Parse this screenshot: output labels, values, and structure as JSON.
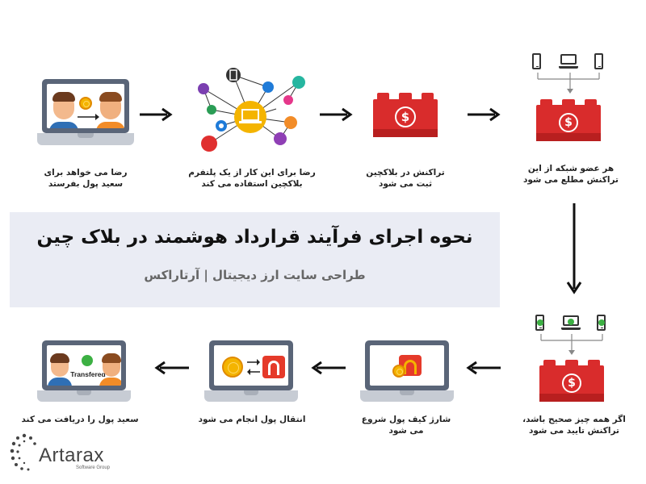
{
  "banner": {
    "title": "نحوه اجرای فرآیند قرارداد هوشمند در بلاک چین",
    "subtitle": "طراحی سایت ارز دیجیتال | آرتاراکس"
  },
  "steps": [
    {
      "line1": "رضا می خواهد برای",
      "line2": "سعید پول بفرستد"
    },
    {
      "line1": "رضا برای این کار از یک پلتفرم",
      "line2": "بلاکچین استفاده می کند"
    },
    {
      "line1": "تراکنش در بلاکچین",
      "line2": "ثبت می شود"
    },
    {
      "line1": "هر عضو شبکه از این",
      "line2": "تراکنش مطلع می شود"
    },
    {
      "line1": "اگر همه چیز صحیح باشد،",
      "line2": "تراکنش تایید می شود"
    },
    {
      "line1": "شارژ کیف پول شروع",
      "line2": "می شود"
    },
    {
      "line1": "انتقال پول انجام می شود",
      "line2": ""
    },
    {
      "line1": "سعید پول را دریافت می کند",
      "line2": ""
    }
  ],
  "transfer_label": "Transfered",
  "logo": {
    "name": "Artarax",
    "tagline": "Software Group"
  },
  "colors": {
    "brick": "#d92c2c",
    "coin": "#f4b400",
    "check": "#3cb043",
    "banner_bg": "#eaecf4"
  },
  "icons": [
    "laptop-icon",
    "coin-icon",
    "blockchain-block-icon",
    "network-icon",
    "phone-icon",
    "check-icon",
    "arrow-icon"
  ]
}
